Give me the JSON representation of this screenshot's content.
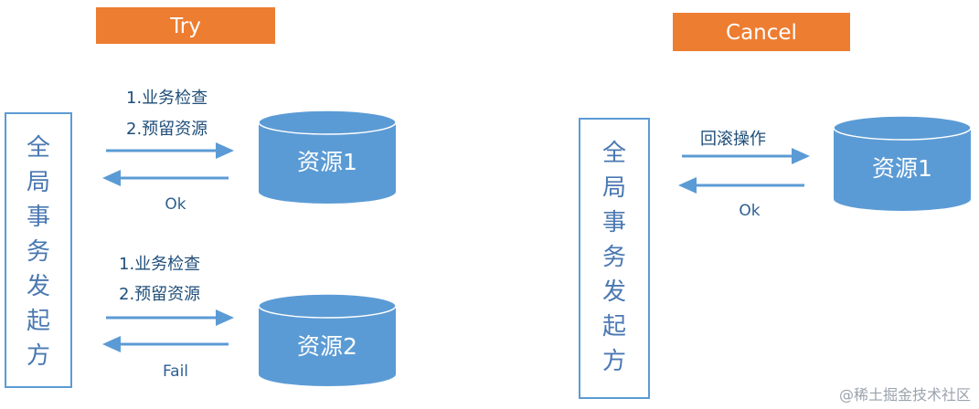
{
  "colors": {
    "phase_fill": "#ed7d31",
    "accent_blue": "#5b9bd5",
    "text_blue": "#1f4e79"
  },
  "try_phase": {
    "label": "Try",
    "initiator_chars": [
      "全",
      "局",
      "事",
      "务",
      "发",
      "起",
      "方"
    ],
    "steps": [
      {
        "request_lines": [
          "1.业务检查",
          "2.预留资源"
        ],
        "reply": "Ok",
        "resource": "资源1"
      },
      {
        "request_lines": [
          "1.业务检查",
          "2.预留资源"
        ],
        "reply": "Fail",
        "resource": "资源2"
      }
    ]
  },
  "cancel_phase": {
    "label": "Cancel",
    "initiator_chars": [
      "全",
      "局",
      "事",
      "务",
      "发",
      "起",
      "方"
    ],
    "step": {
      "request": "回滚操作",
      "reply": "Ok",
      "resource": "资源1"
    }
  },
  "watermark": "@稀土掘金技术社区"
}
